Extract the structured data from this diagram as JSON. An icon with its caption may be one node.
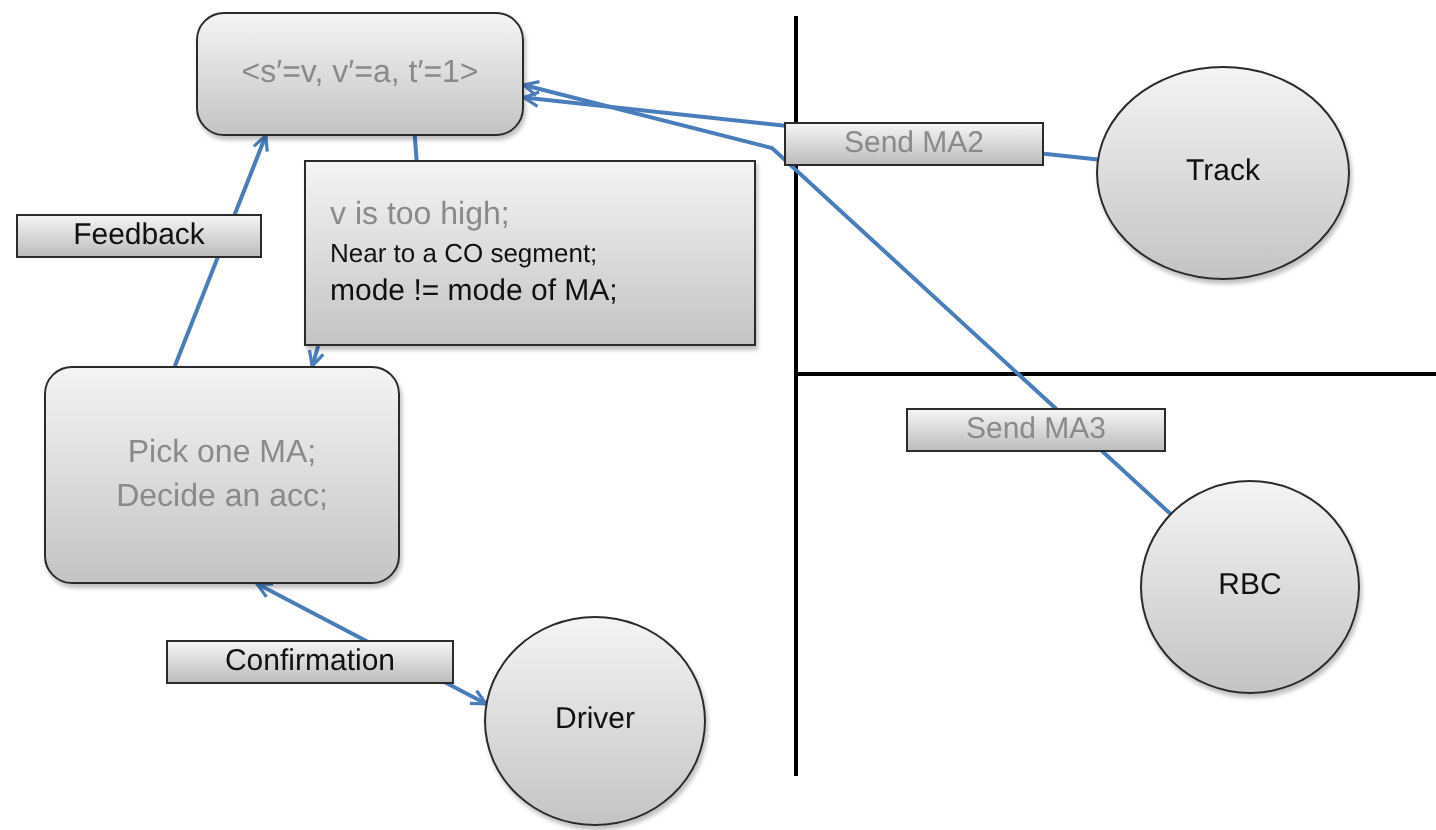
{
  "diagram": {
    "nodes": [
      {
        "text": [
          "<s′=v, v′=a, t′=1>"
        ]
      },
      {
        "text": [
          "v is too high;",
          "Near to a CO segment;",
          "mode != mode of MA;"
        ]
      },
      {
        "text": [
          "Pick one MA; Decide an acc;"
        ]
      },
      {
        "text": [
          "Driver"
        ]
      },
      {
        "text": [
          "Track"
        ]
      },
      {
        "text": [
          "RBC"
        ]
      }
    ],
    "edges": [
      {
        "from": 2,
        "to": 0,
        "arrow": "to",
        "label": "Feedback"
      },
      {
        "from": 0,
        "to": 1,
        "arrow": "none"
      },
      {
        "from": 1,
        "to": 2,
        "arrow": "to"
      },
      {
        "from": 2,
        "to": 3,
        "arrow": "both",
        "label": "Confirmation"
      },
      {
        "from": 4,
        "to": 0,
        "arrow": "to",
        "label": "Send MA2"
      },
      {
        "from": 5,
        "to": 0,
        "arrow": "to",
        "label": "Send MA3"
      }
    ]
  }
}
